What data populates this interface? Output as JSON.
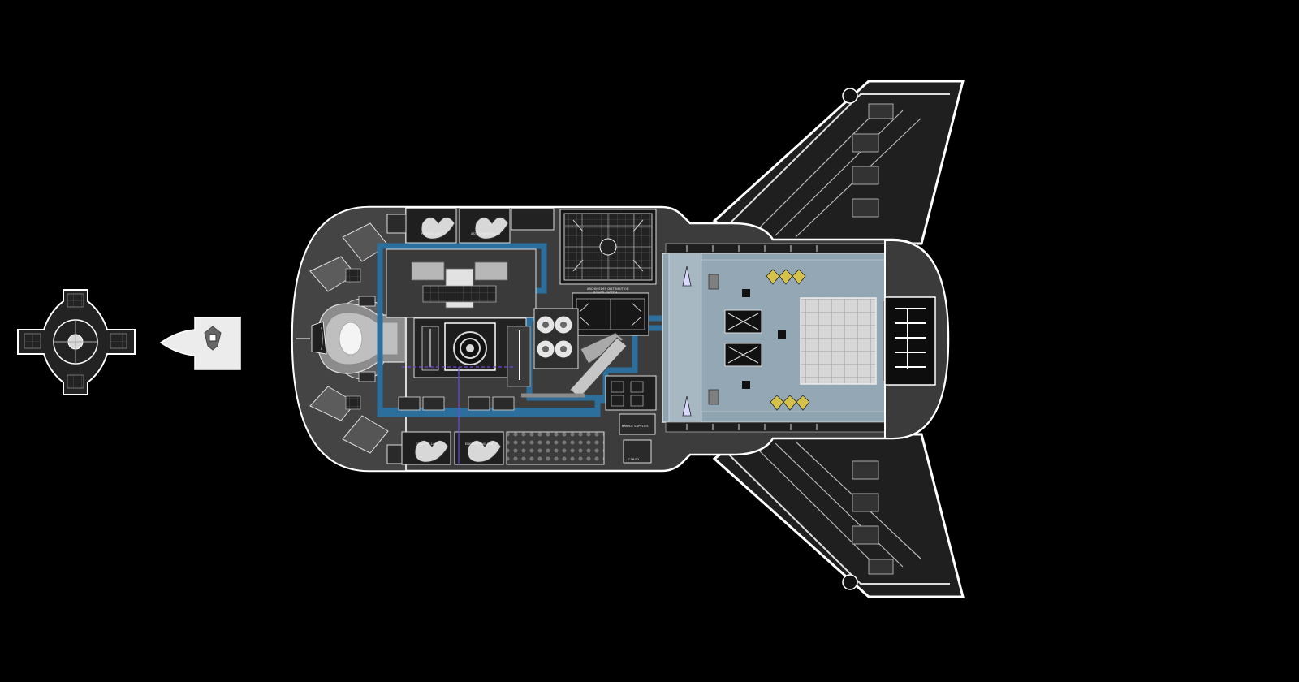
{
  "diagram": {
    "labels": {
      "left_upper_room": "PHYSICS LAB",
      "mid_upper_room": "ASTROPHYSICS LAB",
      "command_grid_line1": "ARCHIMEDES DISTRIBUTION",
      "command_grid_line2": "POWER SYSTEM",
      "left_lower_room": "GEOLOGY LAB",
      "mid_lower_room": "ENGINEERING LAB",
      "small_room_1": "BRIDGE SUPPLIES",
      "small_room_2": "CARGO"
    },
    "colors": {
      "background": "#000000",
      "hull_fill": "#3e3e3e",
      "hull_outline": "#ffffff",
      "corridor": "#2d6f9c",
      "hangar_floor": "#8fa4b1",
      "landing_zone": "#cfcfcf",
      "ship_accent": "#d6c24a"
    }
  }
}
